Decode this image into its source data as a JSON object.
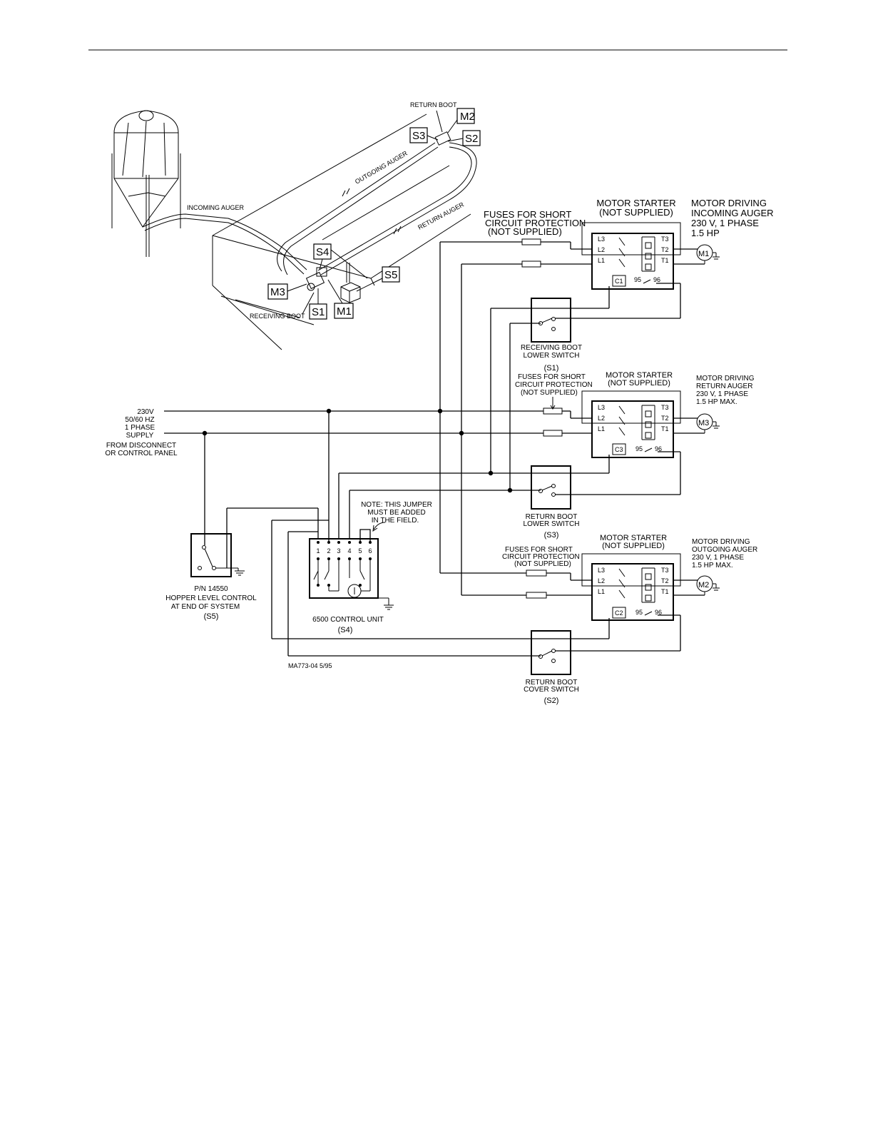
{
  "pictorial": {
    "incoming_auger": "INCOMING AUGER",
    "outgoing_auger": "OUTGOING AUGER",
    "return_auger": "RETURN AUGER",
    "return_boot": "RETURN BOOT",
    "receiving_boot": "RECEIVING BOOT",
    "tags": {
      "m2": "M2",
      "s3": "S3",
      "s2": "S2",
      "s4": "S4",
      "s5": "S5",
      "m3": "M3",
      "s1": "S1",
      "m1": "M1"
    }
  },
  "supply": {
    "line1": "230V",
    "line2": "50/60 HZ",
    "line3": "1 PHASE",
    "line4": "SUPPLY",
    "line5": "FROM DISCONNECT",
    "line6": "OR CONTROL PANEL"
  },
  "starter1": {
    "fuses": [
      "FUSES FOR SHORT",
      "CIRCUIT PROTECTION",
      "(NOT SUPPLIED)"
    ],
    "title": [
      "MOTOR STARTER",
      "(NOT SUPPLIED)"
    ],
    "motor": [
      "MOTOR DRIVING",
      "INCOMING AUGER",
      "230 V, 1 PHASE",
      "1.5 HP"
    ],
    "terms": {
      "l3": "L3",
      "l2": "L2",
      "l1": "L1",
      "t3": "T3",
      "t2": "T2",
      "t1": "T1",
      "c": "C1",
      "n95": "95",
      "n96": "96"
    },
    "motor_tag": "M1"
  },
  "starter2": {
    "fuses": [
      "FUSES FOR SHORT",
      "CIRCUIT PROTECTION",
      "(NOT SUPPLIED)"
    ],
    "title": [
      "MOTOR STARTER",
      "(NOT SUPPLIED)"
    ],
    "motor": [
      "MOTOR DRIVING",
      "RETURN AUGER",
      "230 V, 1 PHASE",
      "1.5 HP MAX."
    ],
    "terms": {
      "l3": "L3",
      "l2": "L2",
      "l1": "L1",
      "t3": "T3",
      "t2": "T2",
      "t1": "T1",
      "c": "C3",
      "n95": "95",
      "n96": "96"
    },
    "motor_tag": "M3"
  },
  "starter3": {
    "fuses": [
      "FUSES FOR SHORT",
      "CIRCUIT PROTECTION",
      "(NOT SUPPLIED)"
    ],
    "title": [
      "MOTOR STARTER",
      "(NOT SUPPLIED)"
    ],
    "motor": [
      "MOTOR DRIVING",
      "OUTGOING AUGER",
      "230 V, 1 PHASE",
      "1.5 HP MAX."
    ],
    "terms": {
      "l3": "L3",
      "l2": "L2",
      "l1": "L1",
      "t3": "T3",
      "t2": "T2",
      "t1": "T1",
      "c": "C2",
      "n95": "95",
      "n96": "96"
    },
    "motor_tag": "M2"
  },
  "switch_s1": [
    "RECEIVING BOOT",
    "LOWER SWITCH",
    "(S1)"
  ],
  "switch_s3": [
    "RETURN BOOT",
    "LOWER SWITCH",
    "(S3)"
  ],
  "switch_s2": [
    "RETURN BOOT",
    "COVER SWITCH",
    "(S2)"
  ],
  "hopper": [
    "P/N 14550",
    "HOPPER LEVEL CONTROL",
    "AT END OF SYSTEM",
    "(S5)"
  ],
  "control_unit": {
    "label": [
      "6500 CONTROL UNIT",
      "(S4)"
    ],
    "terminals": [
      "1",
      "2",
      "3",
      "4",
      "5",
      "6"
    ],
    "note": [
      "NOTE: THIS JUMPER",
      "MUST BE ADDED",
      "IN THE FIELD."
    ]
  },
  "figure_code": "MA773-04 5/95"
}
